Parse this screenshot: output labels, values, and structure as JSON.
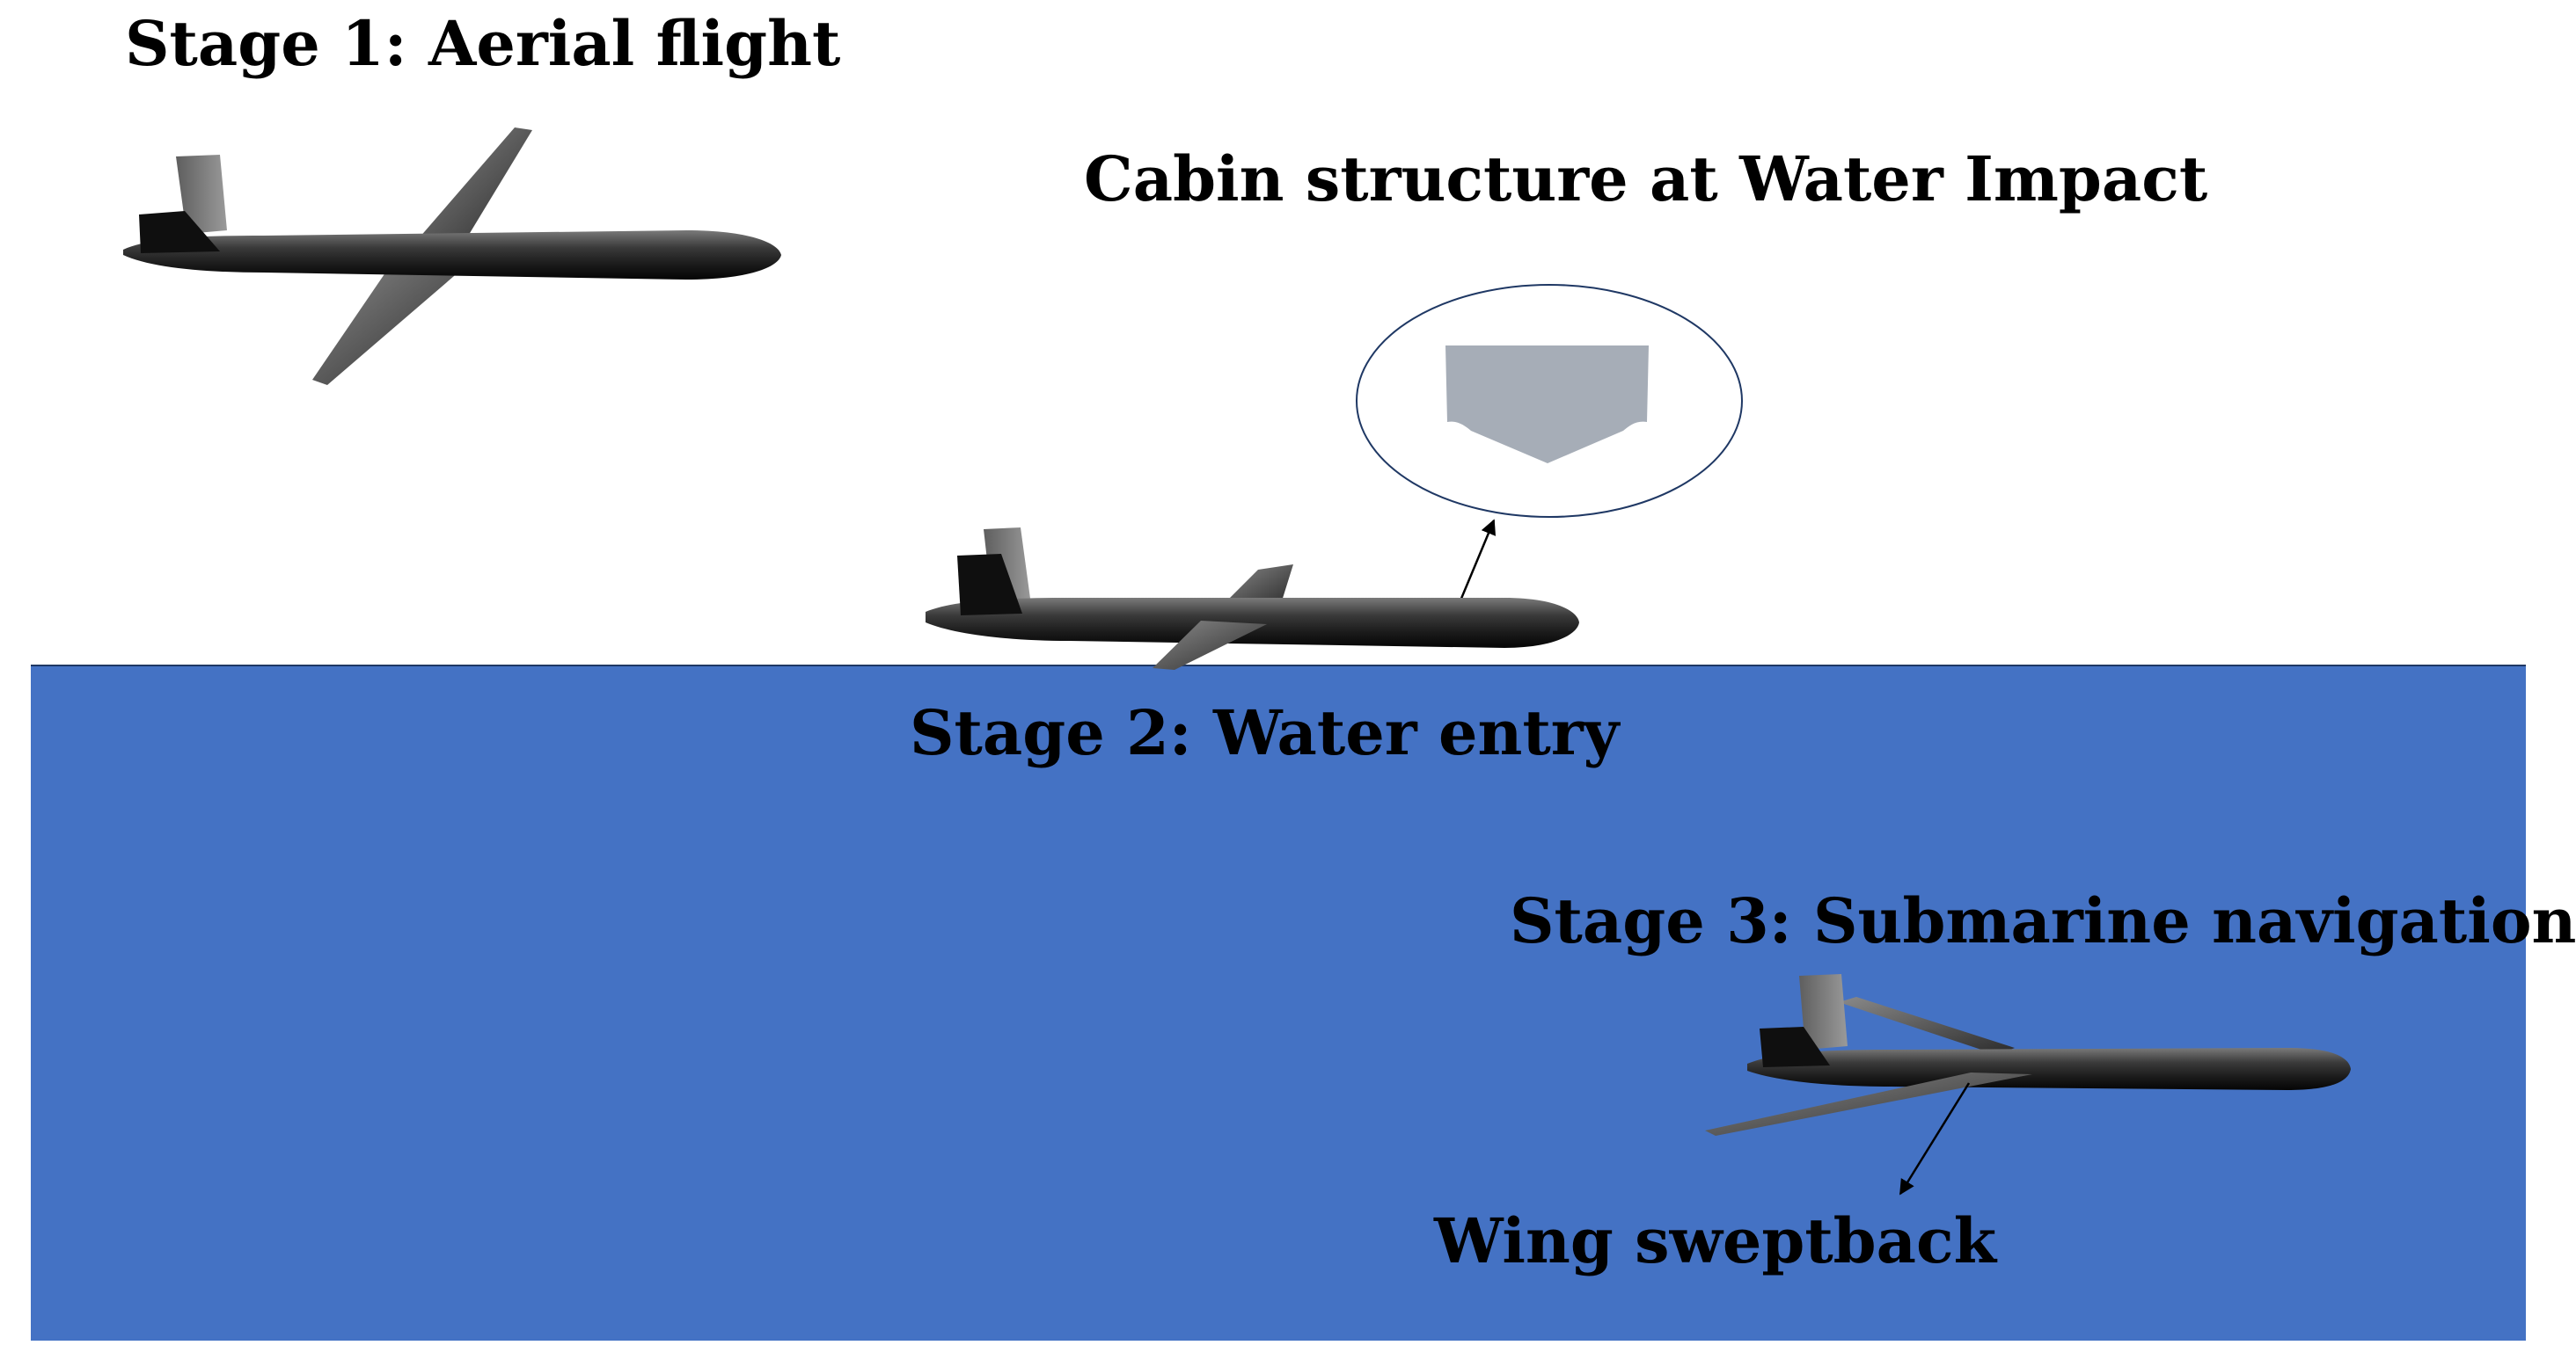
{
  "labels": {
    "stage1": "Stage 1: Aerial flight",
    "cabin": "Cabin structure at Water Impact",
    "stage2": "Stage 2: Water entry",
    "stage3": "Stage 3: Submarine navigation",
    "wing": "Wing sweptback"
  },
  "colors": {
    "water": "#4472C4",
    "aircraft_body": "#333333",
    "cabin_section": "#A6ADB7",
    "outline": "#1F3864"
  }
}
